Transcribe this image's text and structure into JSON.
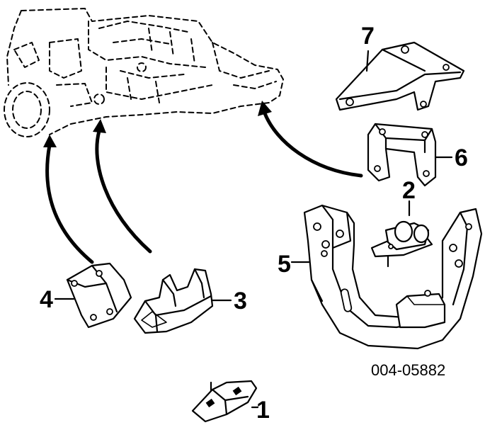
{
  "callouts": {
    "c1": "1",
    "c2": "2",
    "c3": "3",
    "c4": "4",
    "c5": "5",
    "c6": "6",
    "c7": "7"
  },
  "reference_number": "004-05882"
}
